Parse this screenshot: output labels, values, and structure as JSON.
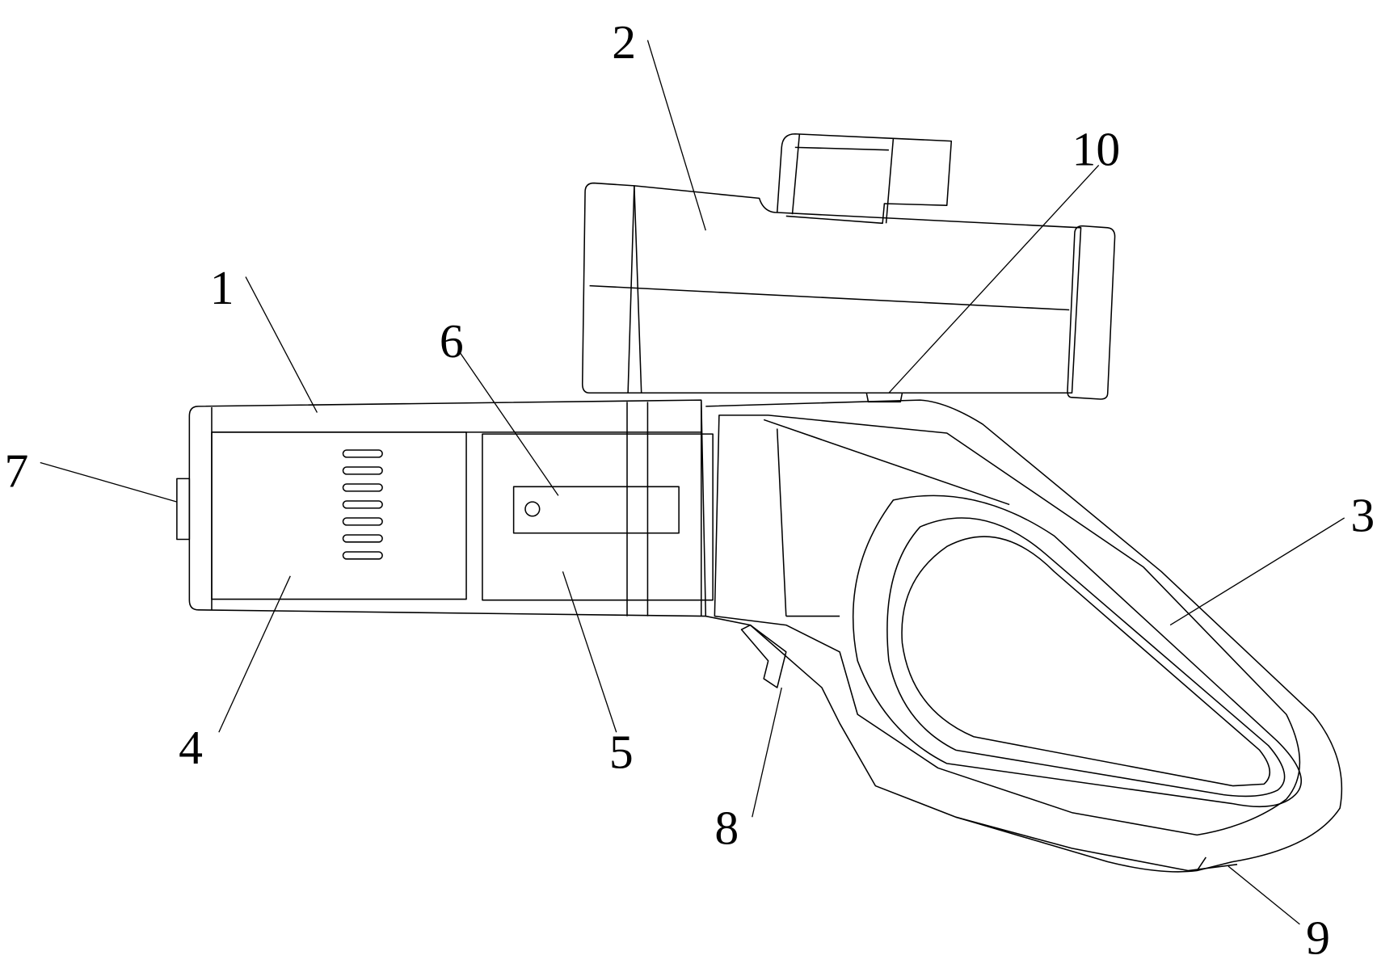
{
  "figure": {
    "labels": [
      {
        "id": "label-1",
        "text": "1"
      },
      {
        "id": "label-2",
        "text": "2"
      },
      {
        "id": "label-3",
        "text": "3"
      },
      {
        "id": "label-4",
        "text": "4"
      },
      {
        "id": "label-5",
        "text": "5"
      },
      {
        "id": "label-6",
        "text": "6"
      },
      {
        "id": "label-7",
        "text": "7"
      },
      {
        "id": "label-8",
        "text": "8"
      },
      {
        "id": "label-9",
        "text": "9"
      },
      {
        "id": "label-10",
        "text": "10"
      }
    ],
    "line_color": "#000000",
    "background": "#ffffff"
  }
}
